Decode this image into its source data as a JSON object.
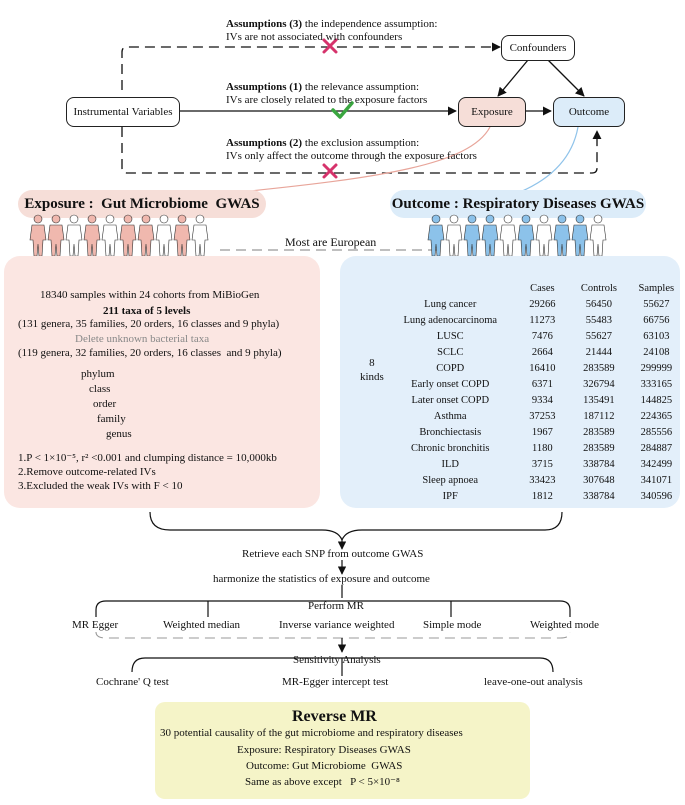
{
  "top": {
    "assumption3_title": "Assumptions (3)",
    "assumption3_name": "the independence assumption:",
    "assumption3_desc": "IVs are not associated with confounders",
    "assumption1_title": "Assumptions (1)",
    "assumption1_name": "the relevance assumption:",
    "assumption1_desc": "IVs are closely related to the exposure factors",
    "assumption2_title": "Assumptions (2)",
    "assumption2_name": "the exclusion assumption:",
    "assumption2_desc": "IVs only affect the outcome through the exposure factors",
    "iv_label": "Instrumental Variables",
    "confounders_label": "Confounders",
    "exposure_label": "Exposure",
    "outcome_label": "Outcome"
  },
  "banners": {
    "exposure": "Exposure :  Gut Microbiome  GWAS",
    "outcome": "Outcome : Respiratory Diseases GWAS",
    "population": "Most are European"
  },
  "exposure_panel": {
    "samples": "18340 samples within 24 cohorts from MiBioGen",
    "taxa": "211 taxa of 5 levels",
    "taxa_detail1": "(131 genera, 35 families, 20 orders, 16 classes and 9 phyla)",
    "delete_note": "Delete unknown bacterial taxa",
    "taxa_detail2": "(119 genera, 32 families, 20 orders, 16 classes  and 9 phyla)",
    "levels": [
      "phylum",
      "class",
      "order",
      "family",
      "genus"
    ],
    "criteria1": "1.P < 1×10⁻⁵, r² <0.001 and clumping distance = 10,000kb",
    "criteria2": "2.Remove outcome-related IVs",
    "criteria3": "3.Excluded the weak IVs with F < 10"
  },
  "outcome_panel": {
    "kinds_label": "8\nkinds",
    "columns": [
      "Cases",
      "Controls",
      "Samples"
    ],
    "rows": [
      [
        "Lung cancer",
        "29266",
        "56450",
        "55627"
      ],
      [
        "Lung adenocarcinoma",
        "11273",
        "55483",
        "66756"
      ],
      [
        "LUSC",
        "7476",
        "55627",
        "63103"
      ],
      [
        "SCLC",
        "2664",
        "21444",
        "24108"
      ],
      [
        "COPD",
        "16410",
        "283589",
        "299999"
      ],
      [
        "Early onset COPD",
        "6371",
        "326794",
        "333165"
      ],
      [
        "Later onset COPD",
        "9334",
        "135491",
        "144825"
      ],
      [
        "Asthma",
        "37253",
        "187112",
        "224365"
      ],
      [
        "Bronchiectasis",
        "1967",
        "283589",
        "285556"
      ],
      [
        "Chronic bronchitis",
        "1180",
        "283589",
        "284887"
      ],
      [
        "ILD",
        "3715",
        "338784",
        "342499"
      ],
      [
        "Sleep apnoea",
        "33423",
        "307648",
        "341071"
      ],
      [
        "IPF",
        "1812",
        "338784",
        "340596"
      ]
    ]
  },
  "flow": {
    "retrieve": "Retrieve each SNP from outcome GWAS",
    "harmonize": "harmonize the statistics of exposure and outcome",
    "perform": "Perform MR",
    "methods": [
      "MR Egger",
      "Weighted median",
      "Inverse variance weighted",
      "Simple mode",
      "Weighted mode"
    ],
    "sensitivity": "Sensitivity Analysis",
    "tests": [
      "Cochrane' Q test",
      "MR-Egger intercept test",
      "leave-one-out analysis"
    ]
  },
  "reverse": {
    "title": "Reverse MR",
    "line1": "30 potential causality of the gut microbiome and respiratory diseases",
    "line2": "Exposure: Respiratory Diseases GWAS",
    "line3": "Outcome: Gut Microbiome  GWAS",
    "line4": "Same as above except   P < 5×10⁻⁸"
  },
  "colors": {
    "exposure_fill": "#f6ded8",
    "outcome_fill": "#dcecf9",
    "panel_left": "#fbe6e2",
    "panel_right": "#e3effa",
    "check": "#3aa640",
    "cross": "#d6336c",
    "reverse_fill": "#f5f4c8"
  }
}
